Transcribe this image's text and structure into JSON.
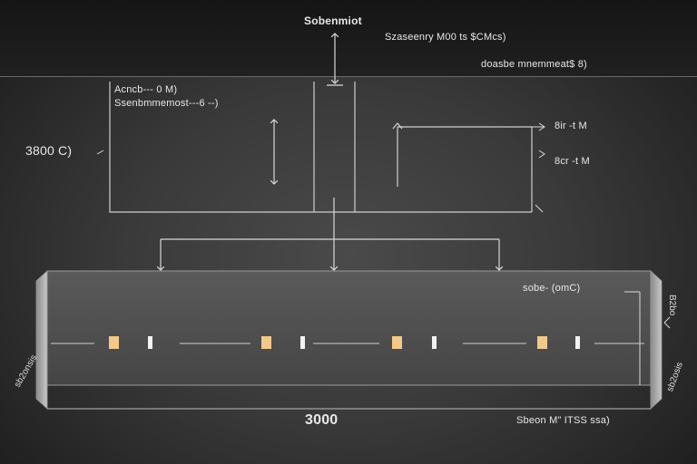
{
  "header": {
    "title": "Sobenmiot",
    "right_label_1": "Szaseenry M00 ts $CMcs)",
    "right_label_2": "doasbe mnemmeat$ 8)"
  },
  "upper_block": {
    "note_line_1": "Acncb--- 0 M)",
    "note_line_2": "Ssenbmmemost---6 --)",
    "left_value": "3800 C)",
    "right_tick_1": "8ir -t M",
    "right_tick_2": "8cr -t M"
  },
  "rail": {
    "right_caption": "sobe- (omC)",
    "bottom_value": "3000",
    "bottom_right_caption": "Sbeon M\" ITSS ssa)",
    "left_side_label": "sb2onsis",
    "right_side_label_1": "B2bo",
    "right_side_label_2": "sb2osis"
  },
  "colors": {
    "background": "#2e2e2e",
    "line": "#d9d9d9",
    "rail_fill": "#4f4f4f",
    "marker_amber": "#f3c98a",
    "marker_white": "#f2f2f2"
  }
}
